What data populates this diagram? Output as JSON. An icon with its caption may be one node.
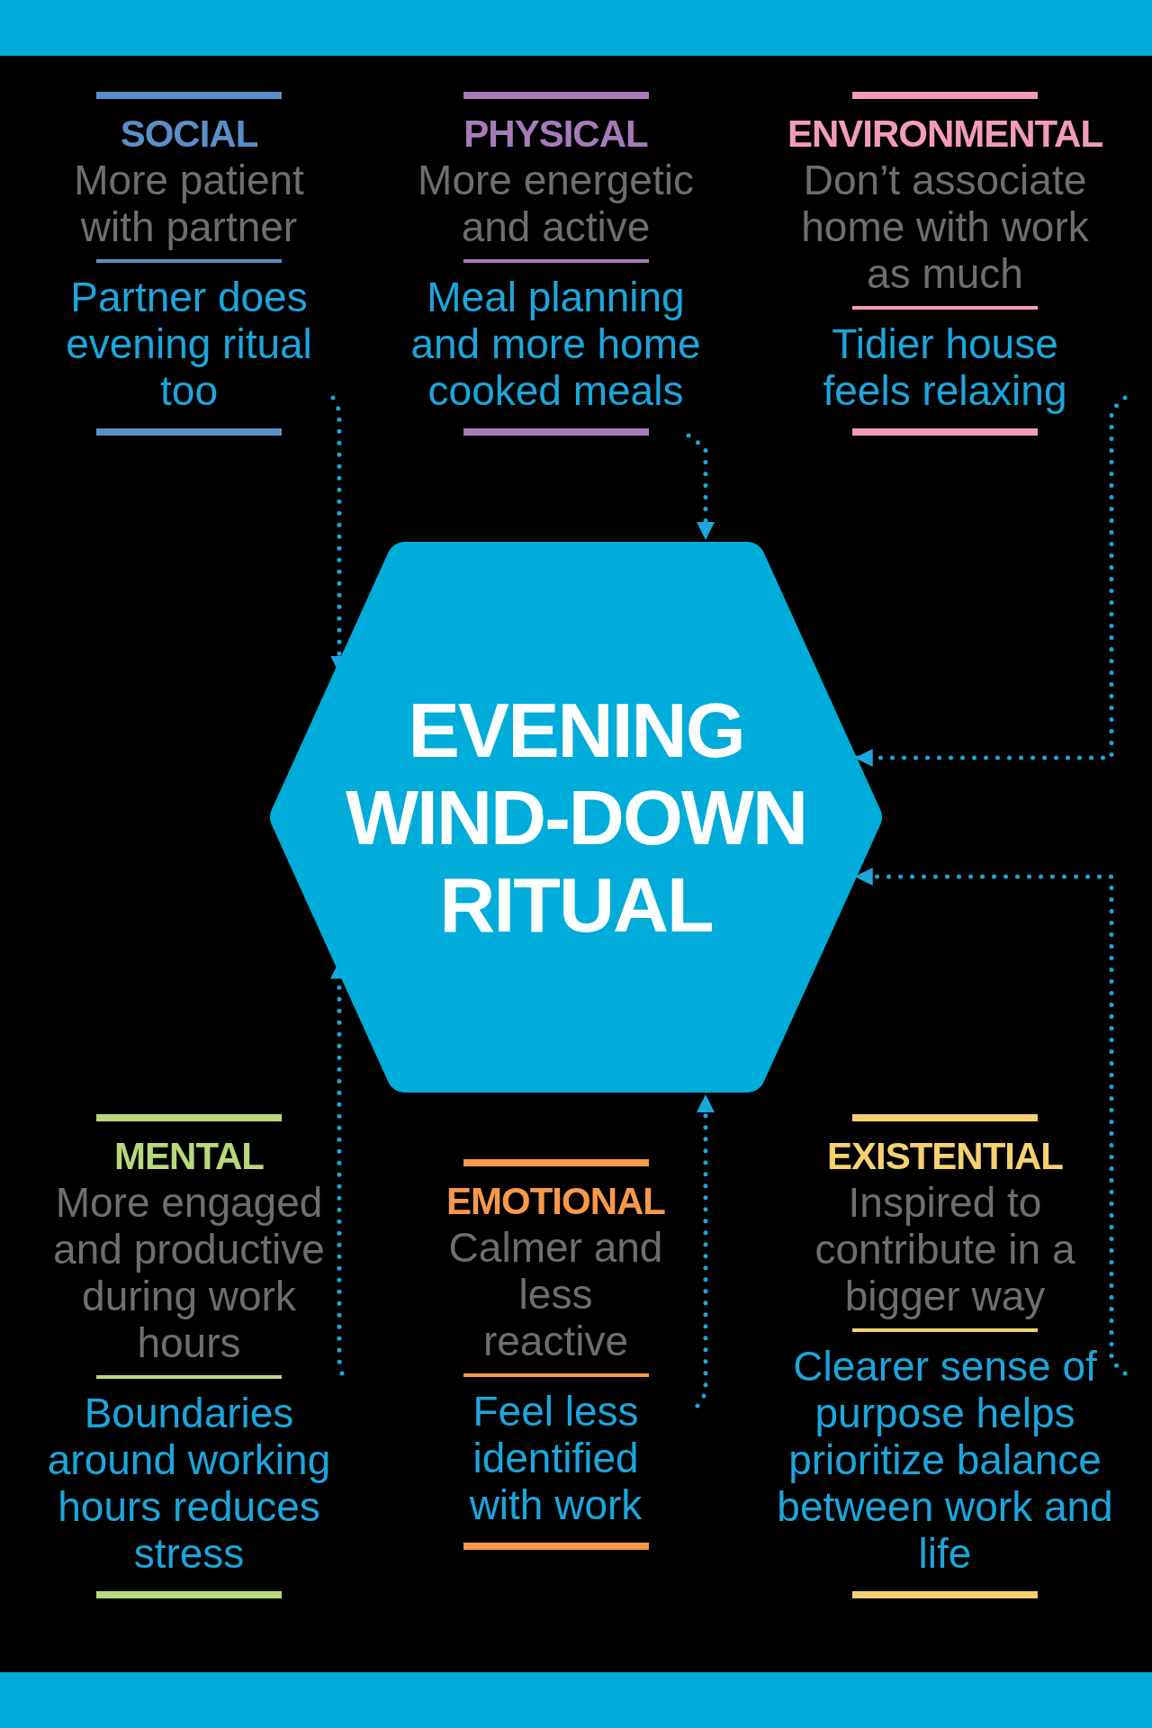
{
  "diagram": {
    "nodes": [
      {
        "text": [
          "SOCIAL",
          "More patient with partner",
          "Partner does evening ritual too"
        ]
      },
      {
        "text": [
          "PHYSICAL",
          "More energetic and active",
          "Meal planning and more home cooked meals"
        ]
      },
      {
        "text": [
          "ENVIRONMENTAL",
          "Don’t associate home with work as much",
          "Tidier house feels relaxing"
        ]
      },
      {
        "text": [
          "EVENING WIND-DOWN RITUAL"
        ]
      },
      {
        "text": [
          "MENTAL",
          "More engaged and productive during work hours",
          "Boundaries around working hours reduces stress"
        ]
      },
      {
        "text": [
          "EMOTIONAL",
          "Calmer and less reactive",
          "Feel less identified with work"
        ]
      },
      {
        "text": [
          "EXISTENTIAL",
          "Inspired to contribute in a bigger way",
          "Clearer sense of purpose helps prioritize balance between work and life"
        ]
      }
    ],
    "edges": [
      {
        "from": 0,
        "to": 3,
        "arrow": "to",
        "style": "dashed"
      },
      {
        "from": 1,
        "to": 3,
        "arrow": "to",
        "style": "dashed"
      },
      {
        "from": 2,
        "to": 3,
        "arrow": "to",
        "style": "dashed"
      },
      {
        "from": 4,
        "to": 3,
        "arrow": "to",
        "style": "dashed"
      },
      {
        "from": 5,
        "to": 3,
        "arrow": "to",
        "style": "dashed"
      },
      {
        "from": 6,
        "to": 3,
        "arrow": "to",
        "style": "dashed"
      }
    ]
  }
}
